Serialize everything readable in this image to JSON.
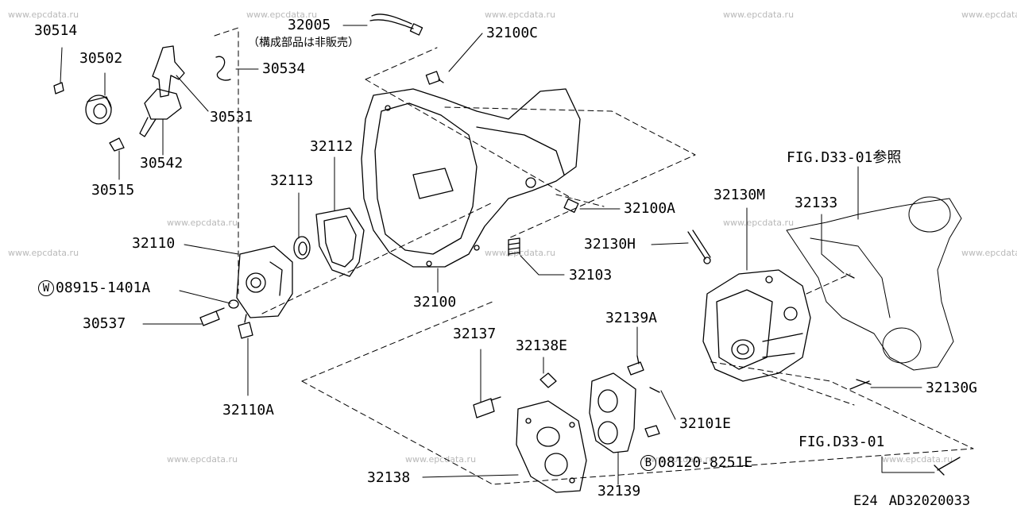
{
  "watermark": "www.epcdata.ru",
  "parts": {
    "p30514": "30514",
    "p30502": "30502",
    "p30534": "30534",
    "p30531": "30531",
    "p30542": "30542",
    "p30515": "30515",
    "p32005": "32005",
    "p32005_note": "（構成部品は非販売）",
    "p32100C": "32100C",
    "p32112": "32112",
    "p32113": "32113",
    "p32110": "32110",
    "w_symbol": "W",
    "p08915": "08915-1401A",
    "p30537": "30537",
    "p32110A": "32110A",
    "p32100": "32100",
    "p32100A": "32100A",
    "p32103": "32103",
    "p32130H": "32130H",
    "p32130M": "32130M",
    "p32133": "32133",
    "fig_ref_1": "FIG.D33-01参照",
    "p32137": "32137",
    "p32138E": "32138E",
    "p32139A": "32139A",
    "p32130G": "32130G",
    "p32101E": "32101E",
    "fig_ref_2": "FIG.D33-01",
    "b_symbol": "B",
    "p08120": "08120-8251E",
    "p32138": "32138",
    "p32139": "32139"
  },
  "footer": {
    "group_code": "E24",
    "diagram_code": "AD32020033"
  }
}
